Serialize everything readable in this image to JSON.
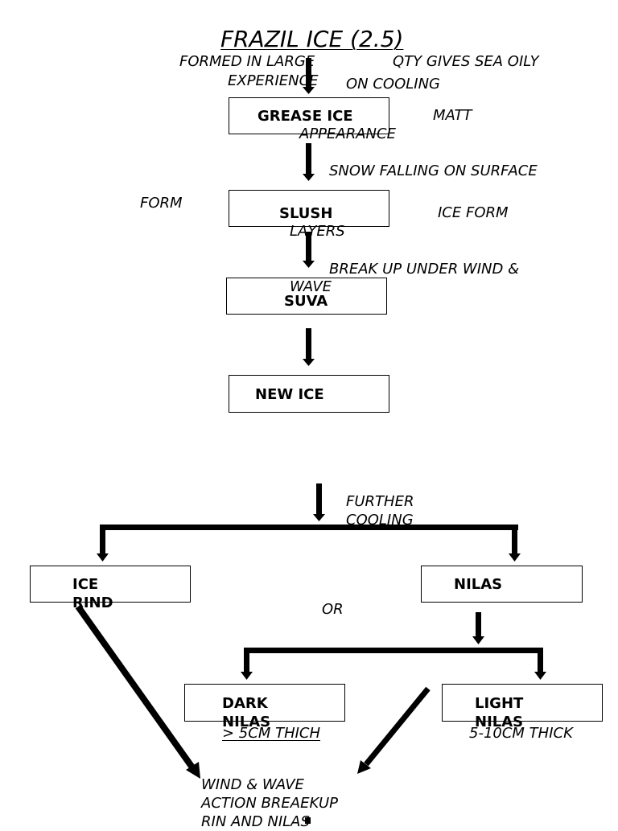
{
  "title": "FRAZIL ICE (2.5)",
  "annotations": {
    "formed_in_large": "FORMED IN LARGE",
    "experience": "EXPERIENCE",
    "qty_gives": "QTY GIVES SEA OILY",
    "on_cooling": "ON COOLING",
    "matt": "MATT",
    "appearance": "APPEARANCE",
    "snow_falling": "SNOW FALLING ON SURFACE",
    "form": "FORM",
    "ice_form": "ICE FORM",
    "layers": "LAYERS",
    "break_up": "BREAK UP UNDER WIND &",
    "wave": "WAVE",
    "further": "FURTHER",
    "cooling": "COOLING",
    "or": "OR",
    "dark_thickness": "> 5CM THICH",
    "light_thickness": "5-10CM THICK",
    "wind_1": "WIND & WAVE",
    "wind_2": "ACTION BREAEKUP",
    "wind_3": "RIN AND NILAS"
  },
  "boxes": {
    "grease_ice": "GREASE ICE",
    "slush": "SLUSH",
    "suva": "SUVA",
    "new_ice": "NEW ICE",
    "ice_rind_1": "ICE",
    "ice_rind_2": "RIND",
    "nilas": "NILAS",
    "dark_nilas_1": "DARK",
    "dark_nilas_2": "NILAS",
    "light_nilas_1": "LIGHT",
    "light_nilas_2": "NILAS"
  }
}
